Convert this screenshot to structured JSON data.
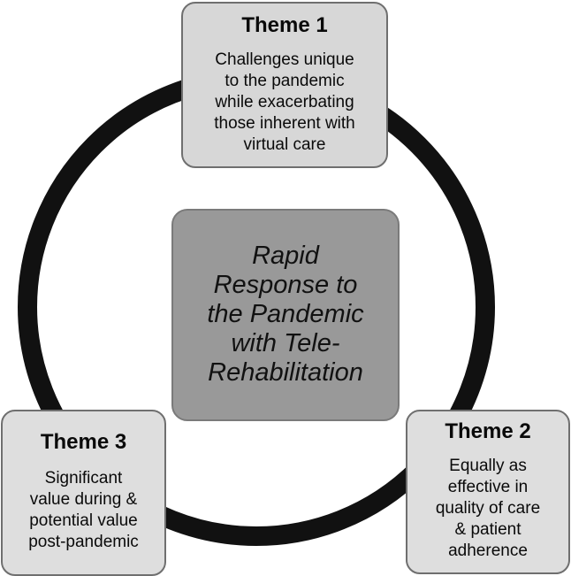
{
  "diagram": {
    "center": {
      "lines": [
        "Rapid",
        "Response to",
        "the Pandemic",
        "with Tele-",
        "Rehabilitation"
      ]
    },
    "themes": [
      {
        "title": "Theme 1",
        "lines": [
          "Challenges unique",
          "to the pandemic",
          "while exacerbating",
          "those inherent with",
          "virtual care"
        ]
      },
      {
        "title": "Theme 2",
        "lines": [
          "Equally as",
          "effective in",
          "quality of care",
          "& patient",
          "adherence"
        ]
      },
      {
        "title": "Theme 3",
        "lines": [
          "Significant",
          "value during &",
          "potential value",
          "post-pandemic"
        ]
      }
    ]
  },
  "colors": {
    "ring": "#111111",
    "center_fill": "#999999",
    "theme_fill": "#dedede"
  }
}
